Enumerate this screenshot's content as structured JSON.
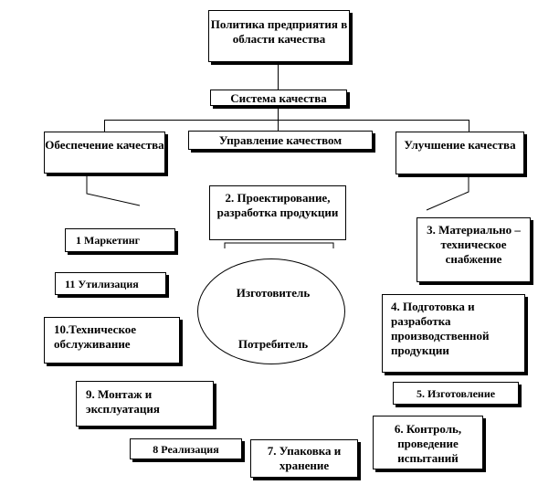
{
  "policy": "Политика предприятия в области качества",
  "system": "Система качества",
  "assurance": "Обеспечение качества",
  "management": "Управление качеством",
  "improvement": "Улучшение качества",
  "center": {
    "manufacturer": "Изготовитель",
    "consumer": "Потребитель"
  },
  "stages": {
    "s1": "1 Маркетинг",
    "s2": "2. Проектирование, разработка продукции",
    "s3": "3. Материально – техническое снабжение",
    "s4": "4. Подготовка и разработка производственной продукции",
    "s5": "5. Изготовление",
    "s6": "6. Контроль, проведение испытаний",
    "s7": "7. Упаковка и хранение",
    "s8": "8 Реализация",
    "s9": "9. Монтаж и эксплуатация",
    "s10": "10.Техническое обслуживание",
    "s11": "11 Утилизация"
  }
}
